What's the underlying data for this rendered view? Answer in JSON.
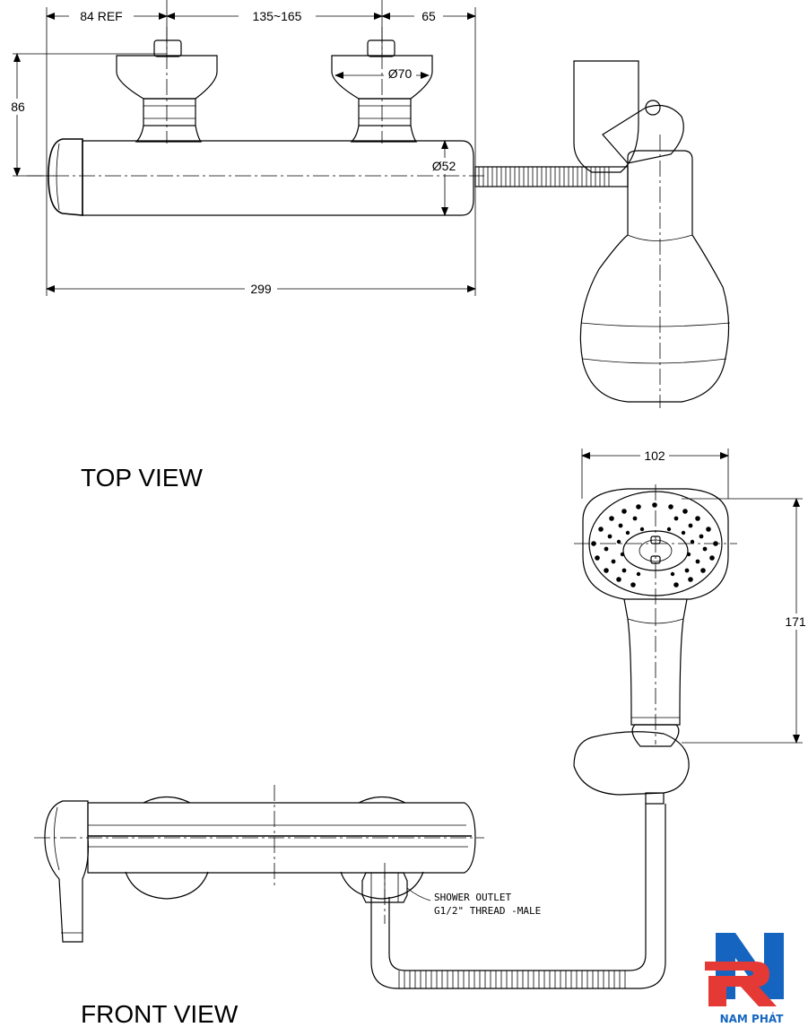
{
  "views": {
    "top_view_label": "TOP VIEW",
    "front_view_label": "FRONT VIEW"
  },
  "dimensions": {
    "ref": "84 REF",
    "spacing": "135~165",
    "outlet": "65",
    "height": "86",
    "flange_dia": "Ø70",
    "body_dia": "Ø52",
    "length": "299",
    "head_width": "102",
    "head_height": "171"
  },
  "callout": {
    "line1": "SHOWER OUTLET",
    "line2": "G1/2\" THREAD -MALE"
  },
  "logo": {
    "text": "NAM PHÁT",
    "blue": "#1565c0",
    "red": "#e53935"
  }
}
